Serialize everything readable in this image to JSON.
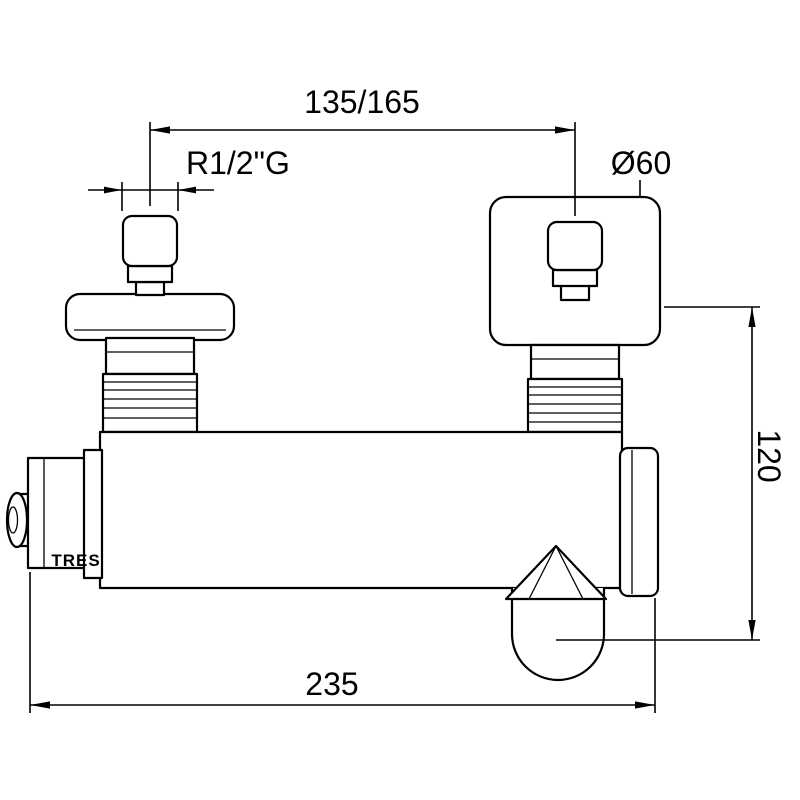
{
  "page": {
    "background": "#ffffff",
    "line_color": "#000000"
  },
  "drawing": {
    "brand": "TRES",
    "dimensions": {
      "inlet_spacing": "135/165",
      "thread_size": "R1/2\"G",
      "escutcheon_size": "Ø60",
      "outlet_drop": "120",
      "overall_width": "235"
    }
  }
}
